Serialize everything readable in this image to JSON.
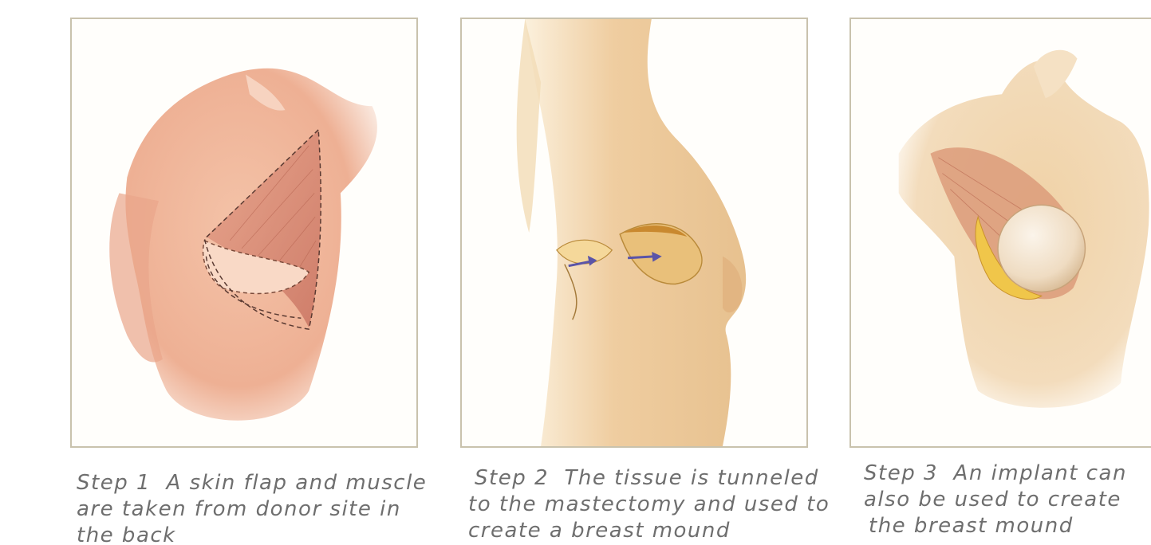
{
  "steps": [
    {
      "step_label": "Step 1",
      "caption_lines": [
        "A skin flap and muscle",
        "are taken from donor site in",
        "the back"
      ]
    },
    {
      "step_label": "Step 2",
      "caption_lines": [
        "The tissue is tunneled",
        "to the mastectomy and used to",
        "create a breast mound"
      ]
    },
    {
      "step_label": "Step 3",
      "caption_lines": [
        "An implant can",
        "also be used to create",
        "the breast mound"
      ]
    }
  ],
  "colors": {
    "skin_step1": "#f2b89e",
    "skin_step2": "#efcda0",
    "skin_step3": "#f0d2a6",
    "muscle": "#d98a6e",
    "fat": "#f0c64a",
    "implant": "#f4e6d2",
    "arrow": "#5a54a8",
    "frame": "#c9c2ad",
    "caption_text": "#6e6e6e"
  },
  "icons": [
    "step1-illustration",
    "step2-illustration",
    "step3-illustration"
  ]
}
